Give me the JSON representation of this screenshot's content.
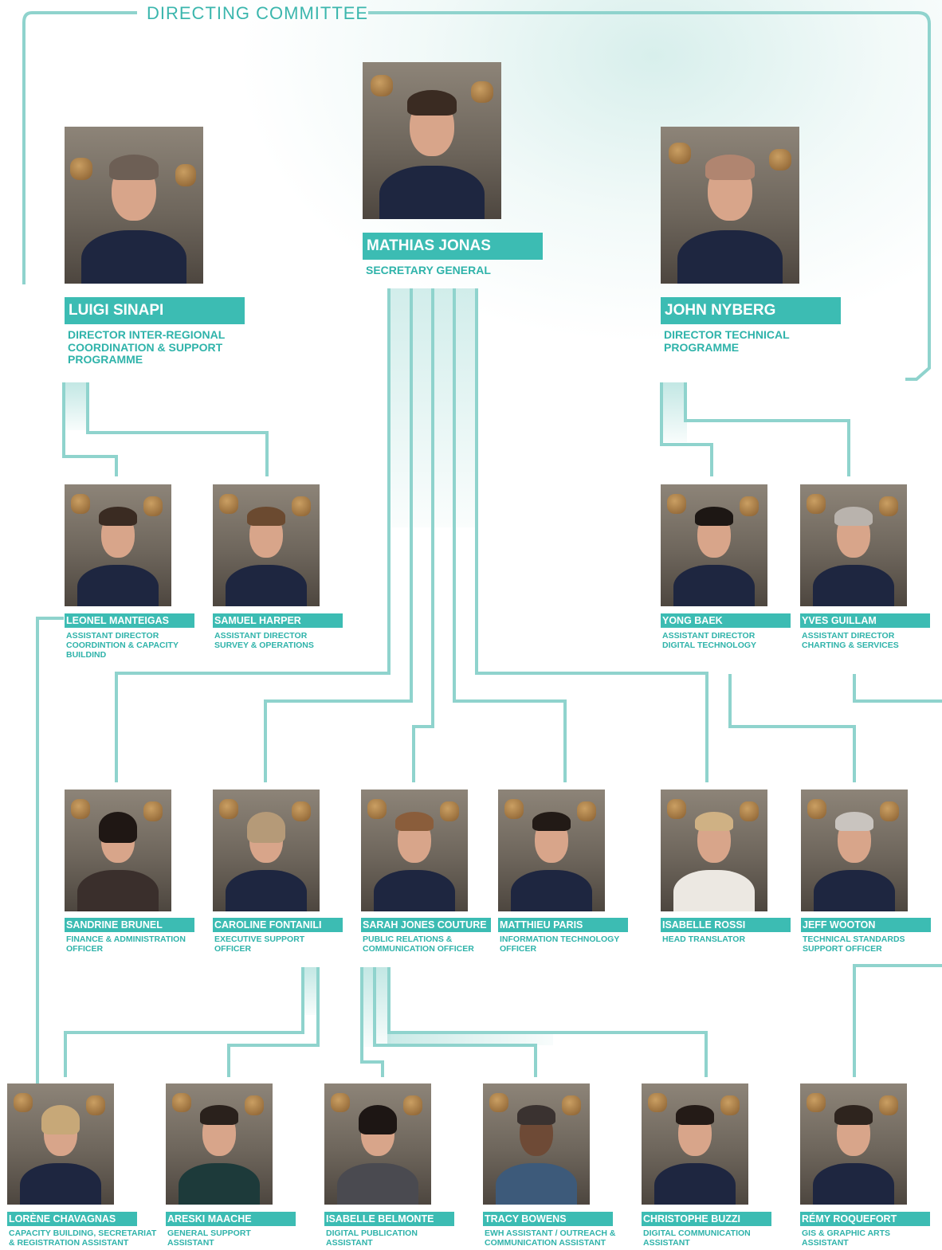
{
  "title": "DIRECTING  COMMITTEE",
  "colors": {
    "accent": "#3cbcb3",
    "line": "#8fd3cd",
    "text": "#2fb3aa"
  },
  "people": {
    "jonas": {
      "name": "MATHIAS JONAS",
      "role": "SECRETARY GENERAL"
    },
    "sinapi": {
      "name": "LUIGI SINAPI",
      "role": "DIRECTOR INTER-REGIONAL COORDINATION & SUPPORT PROGRAMME"
    },
    "nyberg": {
      "name": "JOHN NYBERG",
      "role": "DIRECTOR TECHNICAL PROGRAMME"
    },
    "manteigas": {
      "name": "LEONEL MANTEIGAS",
      "role": "ASSISTANT DIRECTOR COORDINTION & CAPACITY BUILDIND"
    },
    "harper": {
      "name": "SAMUEL HARPER",
      "role": "ASSISTANT DIRECTOR SURVEY & OPERATIONS"
    },
    "baek": {
      "name": "YONG BAEK",
      "role": "ASSISTANT DIRECTOR DIGITAL TECHNOLOGY"
    },
    "guillam": {
      "name": "YVES GUILLAM",
      "role": "ASSISTANT DIRECTOR CHARTING & SERVICES"
    },
    "brunel": {
      "name": "SANDRINE BRUNEL",
      "role": "FINANCE & ADMINISTRATION OFFICER"
    },
    "fontanili": {
      "name": "CAROLINE FONTANILI",
      "role": "EXECUTIVE SUPPORT OFFICER"
    },
    "couture": {
      "name": "SARAH JONES COUTURE",
      "role": "PUBLIC RELATIONS & COMMUNICATION OFFICER"
    },
    "paris": {
      "name": "MATTHIEU PARIS",
      "role": "INFORMATION TECHNOLOGY OFFICER"
    },
    "rossi": {
      "name": "ISABELLE ROSSI",
      "role": "HEAD TRANSLATOR"
    },
    "wooton": {
      "name": "JEFF WOOTON",
      "role": "TECHNICAL STANDARDS SUPPORT OFFICER"
    },
    "chavagnas": {
      "name": "LORÈNE CHAVAGNAS",
      "role": "CAPACITY BUILDING, SECRETARIAT & REGISTRATION ASSISTANT"
    },
    "maache": {
      "name": "ARESKI MAACHE",
      "role": "GENERAL SUPPORT ASSISTANT"
    },
    "belmonte": {
      "name": "ISABELLE BELMONTE",
      "role": "DIGITAL PUBLICATION ASSISTANT"
    },
    "bowens": {
      "name": "TRACY BOWENS",
      "role": "EWH ASSISTANT / OUTREACH & COMMUNICATION ASSISTANT"
    },
    "buzzi": {
      "name": "CHRISTOPHE BUZZI",
      "role": "DIGITAL COMMUNICATION ASSISTANT"
    },
    "roquefort": {
      "name": "RÉMY ROQUEFORT",
      "role": "GIS & GRAPHIC ARTS ASSISTANT"
    }
  }
}
